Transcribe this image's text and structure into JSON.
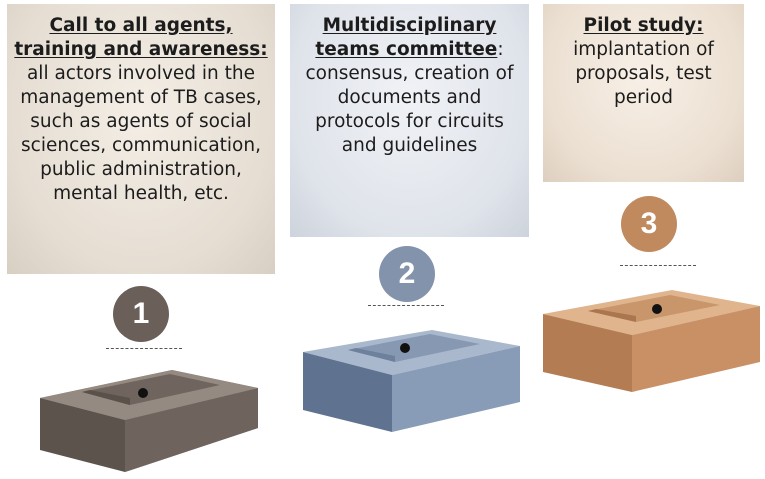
{
  "steps": [
    {
      "number": "1",
      "heading": "Call to all agents, training and awareness:",
      "text": "all actors involved in the management of TB cases, such as agents of social sciences, communication, public administration, mental health, etc."
    },
    {
      "number": "2",
      "heading": "Multidisciplinary teams committee",
      "text": ": consensus, creation of documents and protocols for circuits and guidelines"
    },
    {
      "number": "3",
      "heading": "Pilot study:",
      "text": "implantation of proposals, test period"
    }
  ],
  "colors": {
    "step1": "#6b6059",
    "step2": "#8393ab",
    "step3": "#c08a5e"
  }
}
